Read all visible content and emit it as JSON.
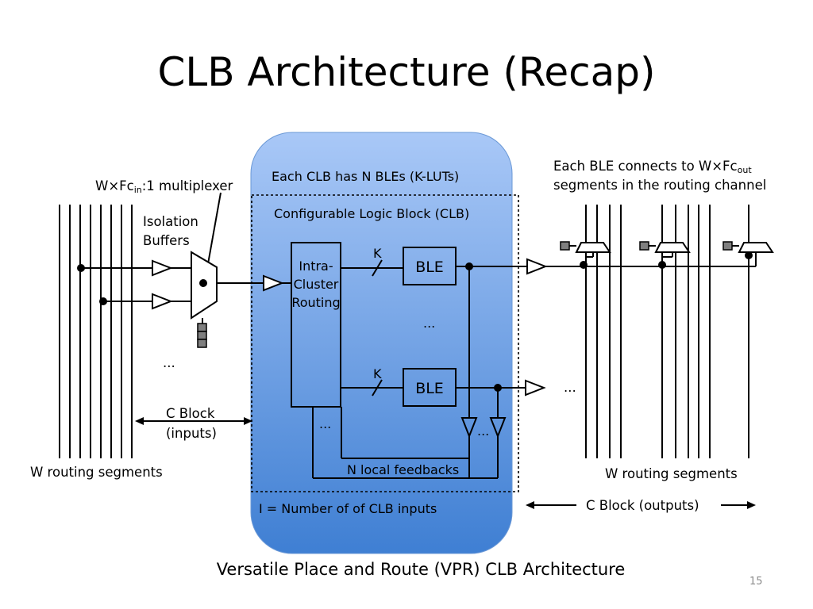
{
  "slide": {
    "title": "CLB Architecture (Recap)",
    "caption": "Versatile Place and Route (VPR) CLB Architecture",
    "page_number": "15"
  },
  "diagram": {
    "left": {
      "mux_label_pre": "W×Fc",
      "mux_label_sub": "in",
      "mux_label_post": ":1 multiplexer",
      "isolation_line1": "Isolation",
      "isolation_line2": "Buffers",
      "ellipsis": "...",
      "cblock_line1": "C Block",
      "cblock_line2": "(inputs)",
      "routing_segments": "W routing segments"
    },
    "clb": {
      "header": "Each CLB has N BLEs (K-LUTs)",
      "block_title": "Configurable Logic Block (CLB)",
      "routing_line1": "Intra-",
      "routing_line2": "Cluster",
      "routing_line3": "Routing",
      "k_label_top": "K",
      "k_label_bottom": "K",
      "ble_top": "BLE",
      "ble_bottom": "BLE",
      "ellipsis_mid": "...",
      "ellipsis_feedback_left": "...",
      "ellipsis_feedback_right": "...",
      "feedbacks": "N local feedbacks",
      "inputs": "I = Number of  of CLB inputs"
    },
    "right": {
      "connect_line1_pre": "Each BLE connects to W×Fc",
      "connect_line1_sub": "out",
      "connect_line2": "segments in the routing channel",
      "ellipsis_out": "...",
      "routing_segments": "W routing segments",
      "cblock_outputs": "C Block (outputs)"
    },
    "colors": {
      "clb_top": "#a9c8f7",
      "clb_bottom": "#3f7fd3",
      "line": "#000000",
      "switch_fill": "#7f7f7f"
    }
  }
}
